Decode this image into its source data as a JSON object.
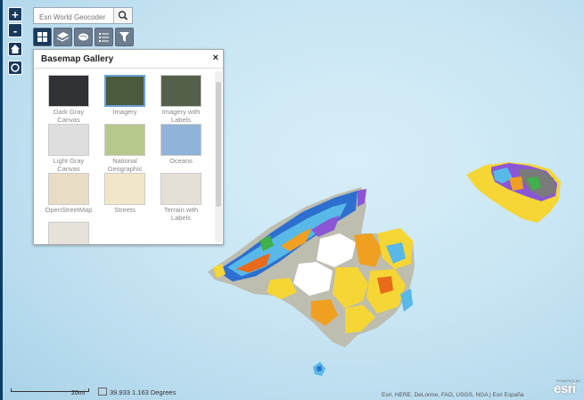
{
  "zoom": {
    "in_label": "+",
    "out_label": "-"
  },
  "search": {
    "placeholder": "Esri World Geocoder"
  },
  "toolbar": {
    "icons": [
      "grid-icon",
      "layers-icon",
      "brain-icon",
      "list-icon",
      "filter-icon"
    ]
  },
  "basemap_gallery": {
    "title": "Basemap Gallery",
    "close": "×",
    "items": [
      {
        "label_lines": [
          "Dark Gray",
          "Canvas"
        ],
        "color": "#2f3135"
      },
      {
        "label_lines": [
          "Imagery"
        ],
        "color": "#4a5a3a"
      },
      {
        "label_lines": [
          "Imagery with",
          "Labels"
        ],
        "color": "#55604a"
      },
      {
        "label_lines": [
          "Light Gray",
          "Canvas"
        ],
        "color": "#dedede"
      },
      {
        "label_lines": [
          "National",
          "Geographic"
        ],
        "color": "#b7c98a"
      },
      {
        "label_lines": [
          "Oceans"
        ],
        "color": "#8fb3d9"
      },
      {
        "label_lines": [
          "OpenStreetMap"
        ],
        "color": "#e9dcc4"
      },
      {
        "label_lines": [
          "Streets"
        ],
        "color": "#f1e6c8"
      },
      {
        "label_lines": [
          "Terrain with",
          "Labels"
        ],
        "color": "#e4e0d6"
      },
      {
        "label_lines": [],
        "color": "#e6e2da"
      }
    ]
  },
  "scale": {
    "label": "20mi"
  },
  "coordinates": {
    "text": "39.933  1.163 Degrees"
  },
  "attribution": "Esri, HERE, DeLorme, FAO, USGS, NGA | Esri España",
  "logo": {
    "text": "esri",
    "powered_by": "POWERED BY"
  },
  "colors": {
    "ui_dark": "#1a3a5c",
    "geology": [
      "#f5d635",
      "#f0a020",
      "#e86a1a",
      "#58b8e8",
      "#2d6fcf",
      "#8a56d6",
      "#bdbdb0",
      "#7a7a7a",
      "#ffffff",
      "#3fb04a"
    ]
  }
}
